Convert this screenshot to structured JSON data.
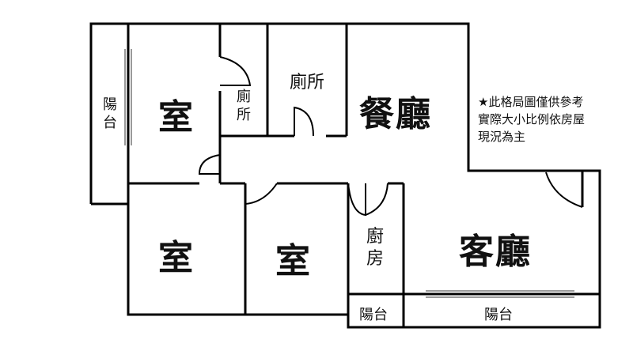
{
  "rooms": {
    "balcony_left": "陽台",
    "bedroom_top": "室",
    "toilet_small": "廁所",
    "toilet": "廁所",
    "dining": "餐廳",
    "bedroom_bottom_left": "室",
    "bedroom_bottom_mid": "室",
    "kitchen": "廚房",
    "living": "客廳",
    "balcony_bottom_small": "陽台",
    "balcony_bottom": "陽台"
  },
  "note": {
    "line1": "★此格局圖僅供參考",
    "line2": "實際大小比例依房屋",
    "line3": "現況為主"
  },
  "colors": {
    "wall": "#000000",
    "window": "#9a9a9a",
    "background": "#ffffff"
  }
}
